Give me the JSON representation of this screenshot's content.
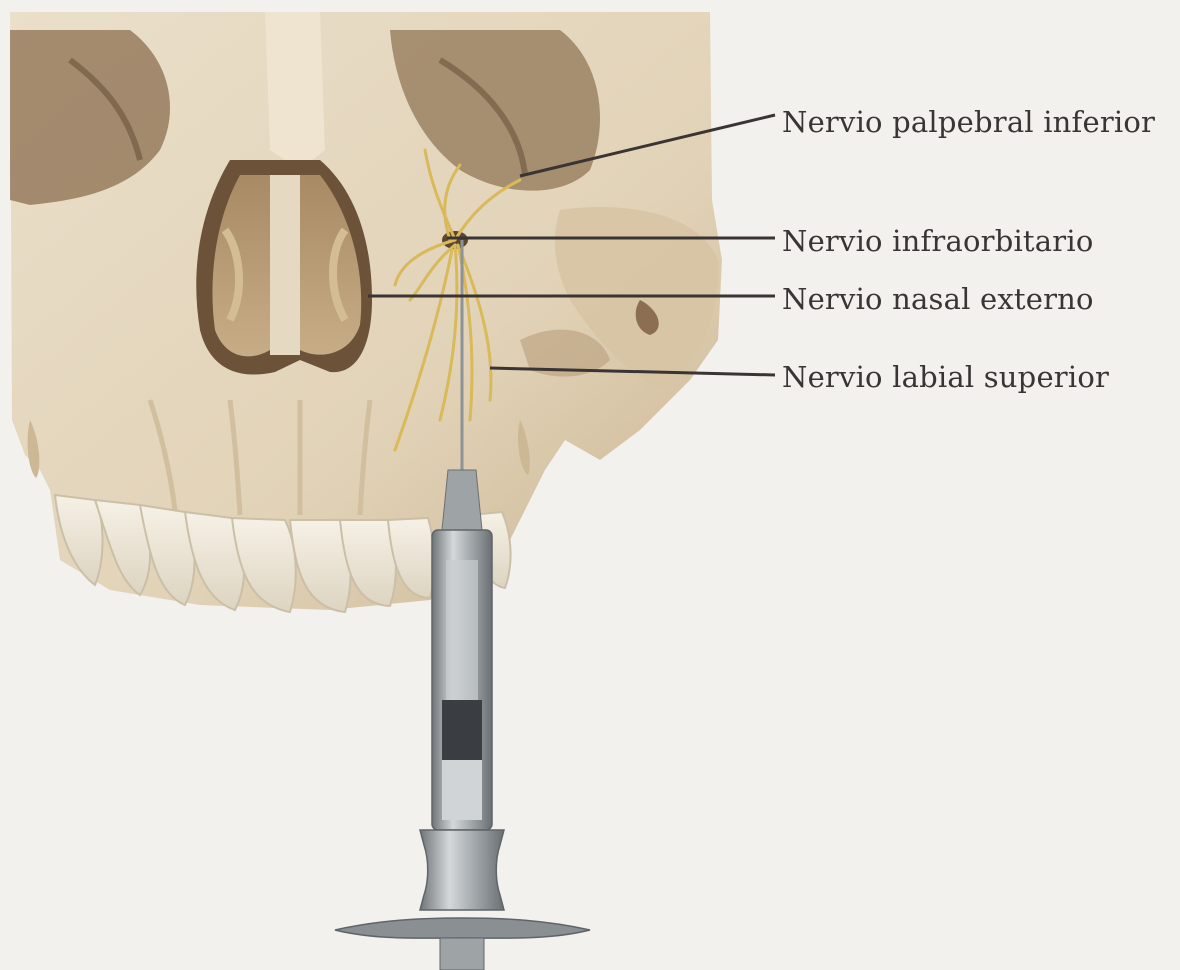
{
  "labels": [
    "Nervio palpebral inferior",
    "Nervio infraorbitario",
    "Nervio nasal externo",
    "Nervio labial superior"
  ],
  "colors": {
    "background": "#f3f1ee",
    "bone": "#e6d9c2",
    "bone_shadow": "#b89f7c",
    "nerve": "#d9b95a",
    "syringe": "#9ea3a6",
    "leader_line": "#3a3434"
  }
}
